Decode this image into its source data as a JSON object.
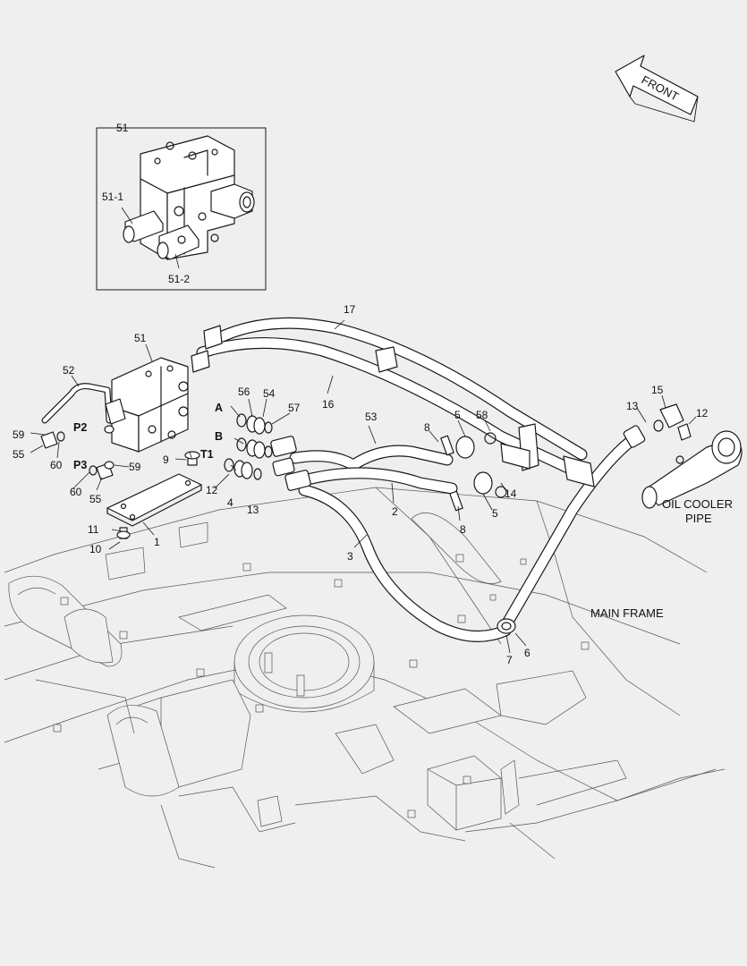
{
  "direction_arrow": {
    "label": "FRONT"
  },
  "inset": {
    "callout": "51",
    "parts": [
      {
        "id": "inset-51-1",
        "label": "51-1"
      },
      {
        "id": "inset-51-2",
        "label": "51-2"
      }
    ]
  },
  "port_labels": [
    {
      "id": "port-a",
      "label": "A"
    },
    {
      "id": "port-b",
      "label": "B"
    },
    {
      "id": "port-t1",
      "label": "T1"
    },
    {
      "id": "port-p2",
      "label": "P2"
    },
    {
      "id": "port-p3",
      "label": "P3"
    }
  ],
  "callouts": [
    {
      "id": "c-51",
      "label": "51"
    },
    {
      "id": "c-52",
      "label": "52"
    },
    {
      "id": "c-59a",
      "label": "59"
    },
    {
      "id": "c-55a",
      "label": "55"
    },
    {
      "id": "c-60a",
      "label": "60"
    },
    {
      "id": "c-60b",
      "label": "60"
    },
    {
      "id": "c-55b",
      "label": "55"
    },
    {
      "id": "c-59b",
      "label": "59"
    },
    {
      "id": "c-9",
      "label": "9"
    },
    {
      "id": "c-12a",
      "label": "12"
    },
    {
      "id": "c-4",
      "label": "4"
    },
    {
      "id": "c-13a",
      "label": "13"
    },
    {
      "id": "c-56",
      "label": "56"
    },
    {
      "id": "c-54",
      "label": "54"
    },
    {
      "id": "c-57",
      "label": "57"
    },
    {
      "id": "c-16",
      "label": "16"
    },
    {
      "id": "c-17",
      "label": "17"
    },
    {
      "id": "c-53",
      "label": "53"
    },
    {
      "id": "c-8a",
      "label": "8"
    },
    {
      "id": "c-5a",
      "label": "5"
    },
    {
      "id": "c-58",
      "label": "58"
    },
    {
      "id": "c-14",
      "label": "14"
    },
    {
      "id": "c-5b",
      "label": "5"
    },
    {
      "id": "c-8b",
      "label": "8"
    },
    {
      "id": "c-2",
      "label": "2"
    },
    {
      "id": "c-3",
      "label": "3"
    },
    {
      "id": "c-1",
      "label": "1"
    },
    {
      "id": "c-11",
      "label": "11"
    },
    {
      "id": "c-10",
      "label": "10"
    },
    {
      "id": "c-13b",
      "label": "13"
    },
    {
      "id": "c-15",
      "label": "15"
    },
    {
      "id": "c-12b",
      "label": "12"
    },
    {
      "id": "c-7",
      "label": "7"
    },
    {
      "id": "c-6",
      "label": "6"
    }
  ],
  "area_labels": {
    "oil_cooler_line1": "OIL COOLER",
    "oil_cooler_line2": "PIPE",
    "main_frame": "MAIN FRAME"
  },
  "colors": {
    "background": "#efefef",
    "line": "#1a1a1a",
    "frame_line": "#555555"
  }
}
